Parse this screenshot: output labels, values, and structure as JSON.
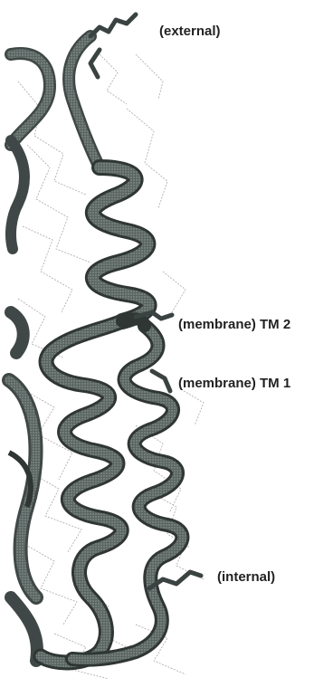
{
  "labels": {
    "external": "(external)",
    "tm2": "(membrane) TM 2",
    "tm1": "(membrane) TM 1",
    "internal": "(internal)"
  },
  "colors": {
    "ribbon": "#4f5a57",
    "ribbon_shadow": "#2f3634",
    "ribbon_highlight": "#8a9592",
    "sidechain": "#9a9a9a",
    "text": "#222222"
  }
}
